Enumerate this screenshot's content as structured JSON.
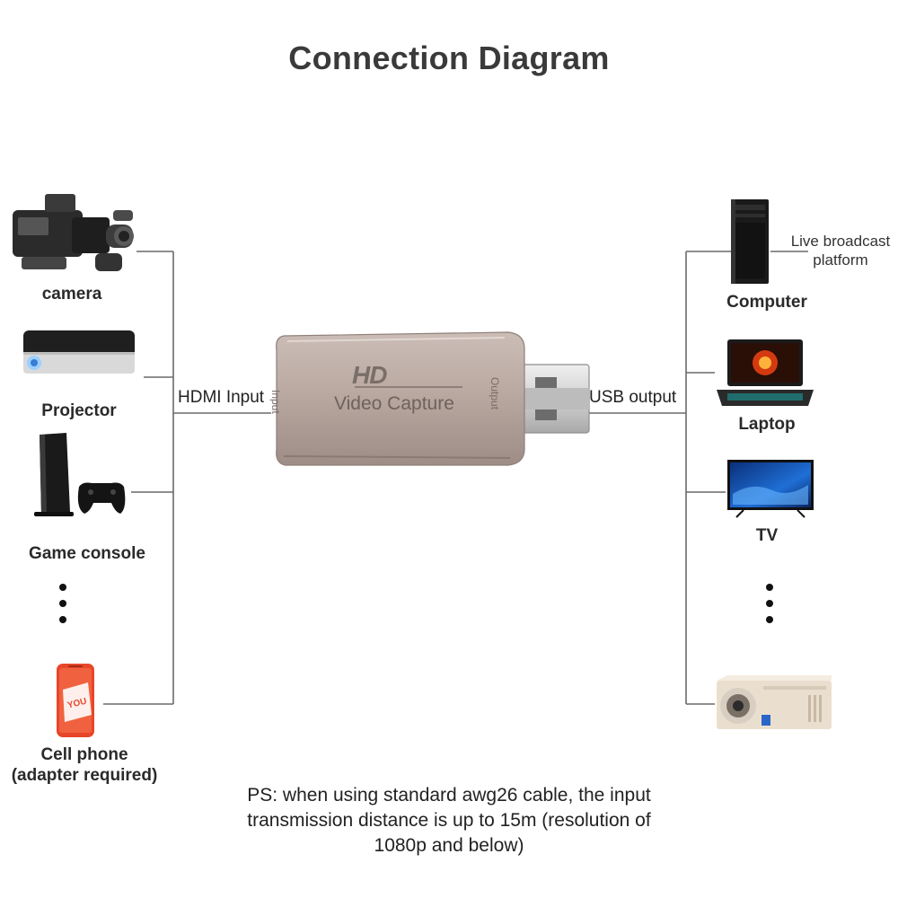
{
  "title": "Connection Diagram",
  "inputs": {
    "camera": "camera",
    "projector": "Projector",
    "game_console": "Game console",
    "cell_phone_line1": "Cell phone",
    "cell_phone_line2": "(adapter required)"
  },
  "outputs": {
    "computer": "Computer",
    "laptop": "Laptop",
    "tv": "TV",
    "live_broadcast_line1": "Live broadcast",
    "live_broadcast_line2": "platform"
  },
  "links": {
    "hdmi_input": "HDMI Input",
    "usb_output": "USB output"
  },
  "device": {
    "logo": "HD",
    "name": "Video Capture",
    "input_side": "Input",
    "output_side": "Output"
  },
  "phone_screen_text": "YOU",
  "note": {
    "line1": "PS: when using standard awg26 cable, the input",
    "line2": "transmission distance is up to 15m (resolution of",
    "line3": "1080p and below)"
  },
  "colors": {
    "wire": "#6a6a6a",
    "capture_body": "#b8a8a0",
    "usb_metal": "#d8d8d8",
    "phone": "#e8462a"
  }
}
